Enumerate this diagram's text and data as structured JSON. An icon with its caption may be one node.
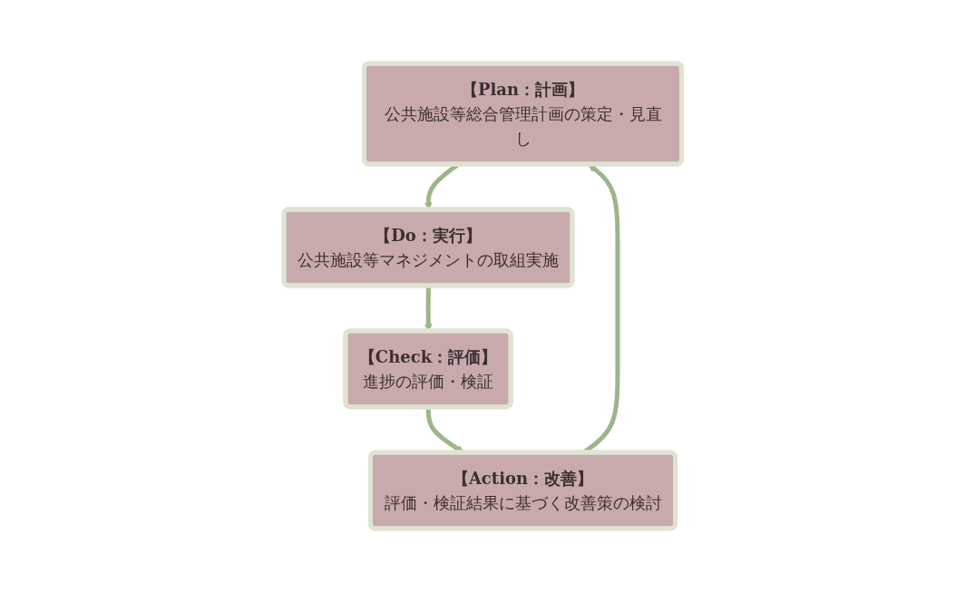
{
  "diagram": {
    "nodes": [
      {
        "text": [
          "【Plan：計画】",
          "公共施設等総合管理計画の策定・見直し"
        ]
      },
      {
        "text": [
          "【Do：実行】",
          "公共施設等マネジメントの取組実施"
        ]
      },
      {
        "text": [
          "【Check：評価】",
          "進捗の評価・検証"
        ]
      },
      {
        "text": [
          "【Action：改善】",
          "評価・検証結果に基づく改善策の検討"
        ]
      }
    ],
    "edges": [
      {
        "from": 0,
        "to": 1,
        "arrow": "to"
      },
      {
        "from": 1,
        "to": 2,
        "arrow": "to"
      },
      {
        "from": 2,
        "to": 3,
        "arrow": "to"
      },
      {
        "from": 3,
        "to": 0,
        "arrow": "to"
      }
    ]
  }
}
